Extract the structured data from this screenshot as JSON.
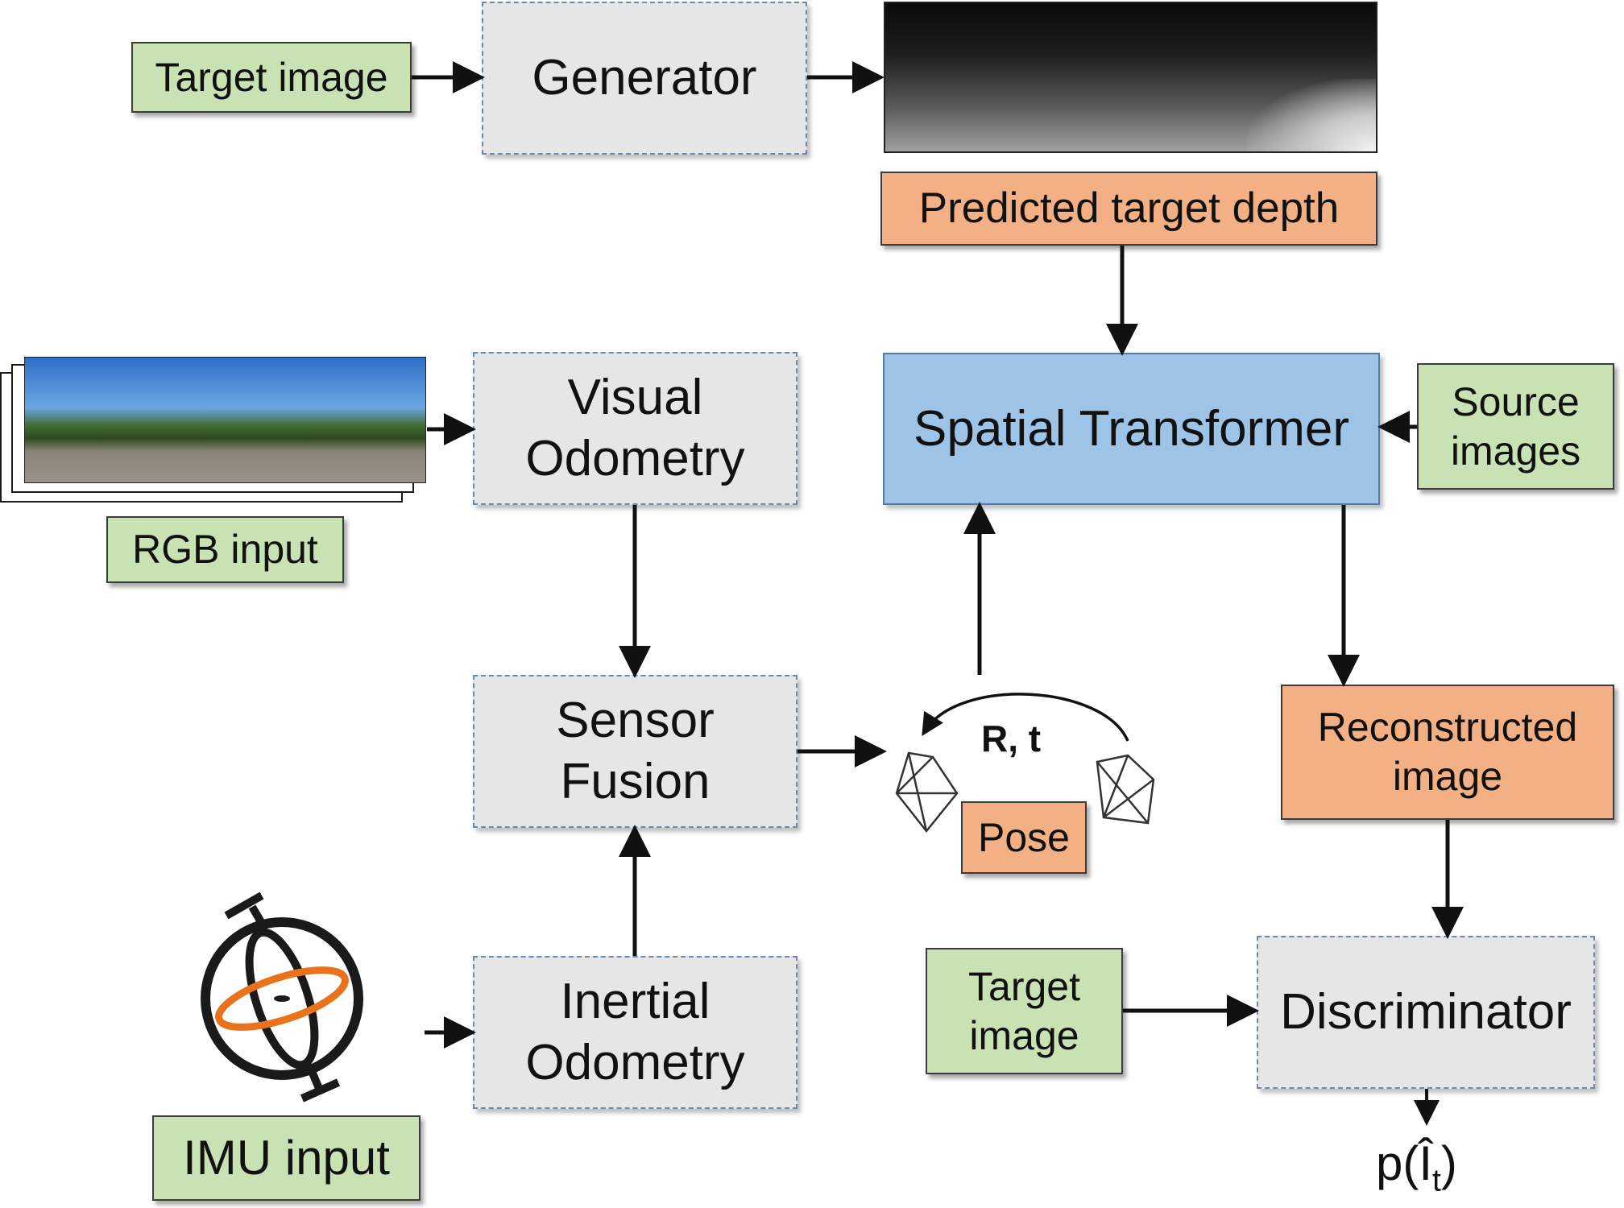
{
  "nodes": {
    "target_image_top": "Target image",
    "generator": "Generator",
    "predicted_depth": "Predicted target depth",
    "visual_odometry": "Visual\nOdometry",
    "rgb_input": "RGB input",
    "spatial_transformer": "Spatial Transformer",
    "source_images": "Source\nimages",
    "sensor_fusion": "Sensor\nFusion",
    "pose_label": "Pose",
    "rt_label": "R, t",
    "reconstructed_image": "Reconstructed\nimage",
    "inertial_odometry": "Inertial\nOdometry",
    "imu_input": "IMU input",
    "target_image_bottom": "Target\nimage",
    "discriminator": "Discriminator",
    "output_prefix": "p(",
    "output_symbol": "Î",
    "output_subscript": "t",
    "output_suffix": ")"
  },
  "colors": {
    "green": "#c8e2b3",
    "orange": "#f2b084",
    "gray": "#e6e6e6",
    "blue": "#9dc3e6",
    "imu_orange": "#e8731c"
  },
  "icons": {
    "imu": "gyroscope-icon",
    "pose": "camera-pose-icon"
  }
}
